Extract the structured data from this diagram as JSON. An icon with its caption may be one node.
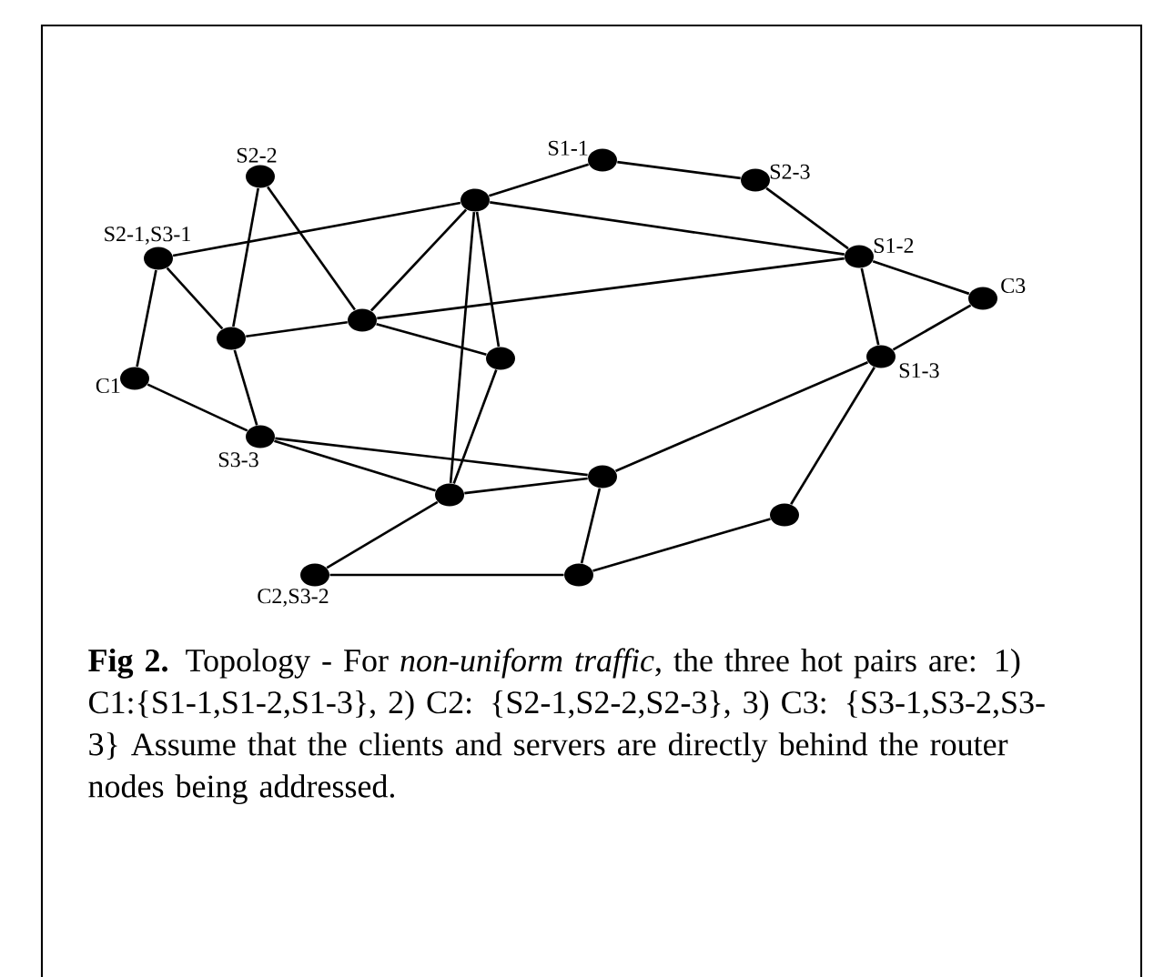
{
  "diagram": {
    "caption": "**Fig 2.** Topology - For *non-uniform traffic*, the three hot pairs are: 1) C1:{S1-1,S1-2,S1-3}, 2) C2: {S2-1,S2-2,S2-3}, 3) C3: {S3-1,S3-2,S3-3} Assume that the clients and servers are directly behind the router nodes being addressed.",
    "nodes": [
      {
        "text": [],
        "shape": "circle",
        "beside": [
          "S2-2"
        ]
      },
      {
        "text": [],
        "shape": "circle"
      },
      {
        "text": [],
        "shape": "circle",
        "beside": [
          "S1-1"
        ]
      },
      {
        "text": [],
        "shape": "circle",
        "beside": [
          "S2-3"
        ]
      },
      {
        "text": [],
        "shape": "circle",
        "beside": [
          "S2-1,S3-1"
        ]
      },
      {
        "text": [],
        "shape": "circle"
      },
      {
        "text": [],
        "shape": "circle",
        "beside": [
          "S1-2"
        ]
      },
      {
        "text": [],
        "shape": "circle",
        "beside": [
          "C3"
        ]
      },
      {
        "text": [],
        "shape": "circle"
      },
      {
        "text": [],
        "shape": "circle"
      },
      {
        "text": [],
        "shape": "circle",
        "beside": [
          "C1"
        ]
      },
      {
        "text": [],
        "shape": "circle",
        "beside": [
          "S1-3"
        ]
      },
      {
        "text": [],
        "shape": "circle",
        "beside": [
          "S3-3"
        ]
      },
      {
        "text": [],
        "shape": "circle"
      },
      {
        "text": [],
        "shape": "circle"
      },
      {
        "text": [],
        "shape": "circle"
      },
      {
        "text": [],
        "shape": "circle",
        "beside": [
          "C2,S3-2"
        ]
      },
      {
        "text": [],
        "shape": "circle"
      }
    ],
    "edges": [
      {
        "from": 0,
        "to": 8,
        "arrow": "none"
      },
      {
        "from": 0,
        "to": 5,
        "arrow": "none"
      },
      {
        "from": 1,
        "to": 2,
        "arrow": "none"
      },
      {
        "from": 1,
        "to": 4,
        "arrow": "none"
      },
      {
        "from": 1,
        "to": 5,
        "arrow": "none"
      },
      {
        "from": 1,
        "to": 6,
        "arrow": "none"
      },
      {
        "from": 1,
        "to": 14,
        "arrow": "none"
      },
      {
        "from": 1,
        "to": 9,
        "arrow": "none"
      },
      {
        "from": 2,
        "to": 3,
        "arrow": "none"
      },
      {
        "from": 3,
        "to": 6,
        "arrow": "none"
      },
      {
        "from": 4,
        "to": 8,
        "arrow": "none"
      },
      {
        "from": 4,
        "to": 10,
        "arrow": "none"
      },
      {
        "from": 5,
        "to": 8,
        "arrow": "none"
      },
      {
        "from": 5,
        "to": 6,
        "arrow": "none"
      },
      {
        "from": 5,
        "to": 9,
        "arrow": "none"
      },
      {
        "from": 6,
        "to": 7,
        "arrow": "none"
      },
      {
        "from": 6,
        "to": 11,
        "arrow": "none"
      },
      {
        "from": 7,
        "to": 11,
        "arrow": "none"
      },
      {
        "from": 8,
        "to": 12,
        "arrow": "none"
      },
      {
        "from": 9,
        "to": 14,
        "arrow": "none"
      },
      {
        "from": 10,
        "to": 12,
        "arrow": "none"
      },
      {
        "from": 11,
        "to": 13,
        "arrow": "none"
      },
      {
        "from": 11,
        "to": 15,
        "arrow": "none"
      },
      {
        "from": 12,
        "to": 13,
        "arrow": "none"
      },
      {
        "from": 12,
        "to": 14,
        "arrow": "none"
      },
      {
        "from": 14,
        "to": 13,
        "arrow": "none"
      },
      {
        "from": 14,
        "to": 16,
        "arrow": "none"
      },
      {
        "from": 13,
        "to": 17,
        "arrow": "none"
      },
      {
        "from": 16,
        "to": 17,
        "arrow": "none"
      },
      {
        "from": 17,
        "to": 15,
        "arrow": "none"
      }
    ]
  }
}
